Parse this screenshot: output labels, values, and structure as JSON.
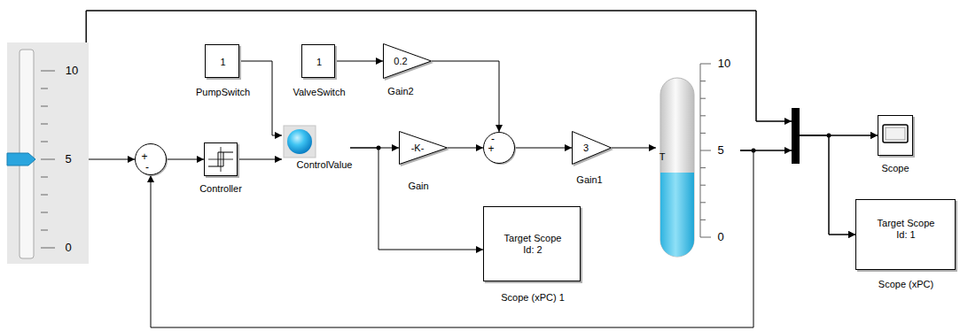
{
  "diagram": {
    "nodes": [
      {
        "text": [
          "1",
          "PumpSwitch"
        ]
      },
      {
        "text": [
          "1",
          "ValveSwitch"
        ]
      },
      {
        "text": [
          "0.2",
          "Gain2"
        ]
      },
      {
        "text": [
          "10",
          "5",
          "0"
        ]
      },
      {
        "text": [
          "+",
          "-"
        ]
      },
      {
        "text": [
          "Controller"
        ]
      },
      {
        "text": [
          "ControlValue"
        ]
      },
      {
        "text": [
          "-K-",
          "Gain"
        ]
      },
      {
        "text": [
          "+",
          "-"
        ]
      },
      {
        "text": [
          "3",
          "Gain1"
        ]
      },
      {
        "text": [
          "10",
          "5",
          "0",
          "T"
        ]
      },
      {
        "text": [
          "Scope"
        ]
      },
      {
        "text": [
          "Target Scope Id: 2",
          "Scope (xPC) 1"
        ]
      },
      {
        "text": [
          "Target Scope Id: 1",
          "Scope (xPC)"
        ]
      }
    ],
    "edges": [
      {
        "from": 3,
        "to": 4,
        "arrow": "to"
      },
      {
        "from": 4,
        "to": 5,
        "arrow": "to"
      },
      {
        "from": 5,
        "to": 6,
        "arrow": "to"
      },
      {
        "from": 0,
        "to": 6,
        "arrow": "to"
      },
      {
        "from": 1,
        "to": 2,
        "arrow": "to"
      },
      {
        "from": 6,
        "to": 7,
        "arrow": "to"
      },
      {
        "from": 6,
        "to": 12,
        "arrow": "to"
      },
      {
        "from": 7,
        "to": 8,
        "arrow": "to"
      },
      {
        "from": 2,
        "to": 8,
        "arrow": "to"
      },
      {
        "from": 8,
        "to": 9,
        "arrow": "to"
      },
      {
        "from": 9,
        "to": 10,
        "arrow": "to"
      },
      {
        "from": 10,
        "to": 4,
        "arrow": "to"
      },
      {
        "from": 3,
        "to": 11,
        "arrow": "to"
      },
      {
        "from": 3,
        "to": 13,
        "arrow": "to"
      },
      {
        "from": 10,
        "to": 11,
        "arrow": "to"
      },
      {
        "from": 10,
        "to": 13,
        "arrow": "to"
      }
    ]
  }
}
